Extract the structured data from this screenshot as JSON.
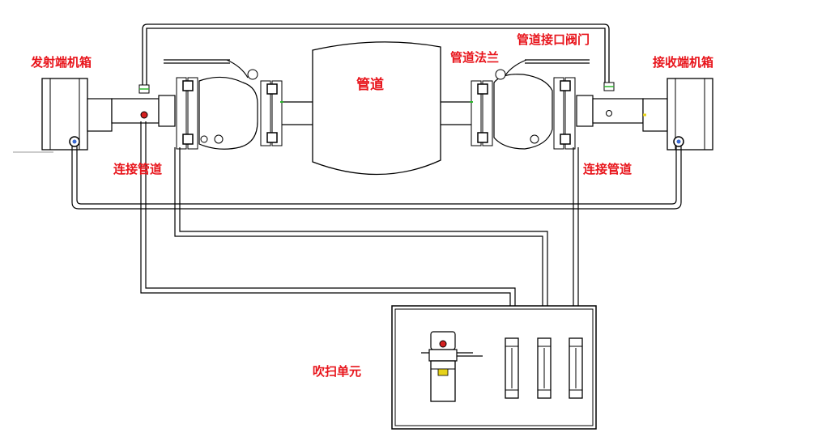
{
  "labels": {
    "transmitter_box": "发射端机箱",
    "receiver_box": "接收端机箱",
    "pipeline": "管道",
    "pipeline_flange": "管道法兰",
    "pipeline_port_valve": "管道接口阀门",
    "connect_pipe_left": "连接管道",
    "connect_pipe_right": "连接管道",
    "purge_unit": "吹扫单元"
  },
  "colors": {
    "label_text": "#e8141b",
    "line": "#000000",
    "background": "#ffffff",
    "accent_green": "#2bb52b",
    "accent_yellow": "#e6d21a",
    "accent_red": "#d42020",
    "accent_blue": "#3a6ad4"
  }
}
